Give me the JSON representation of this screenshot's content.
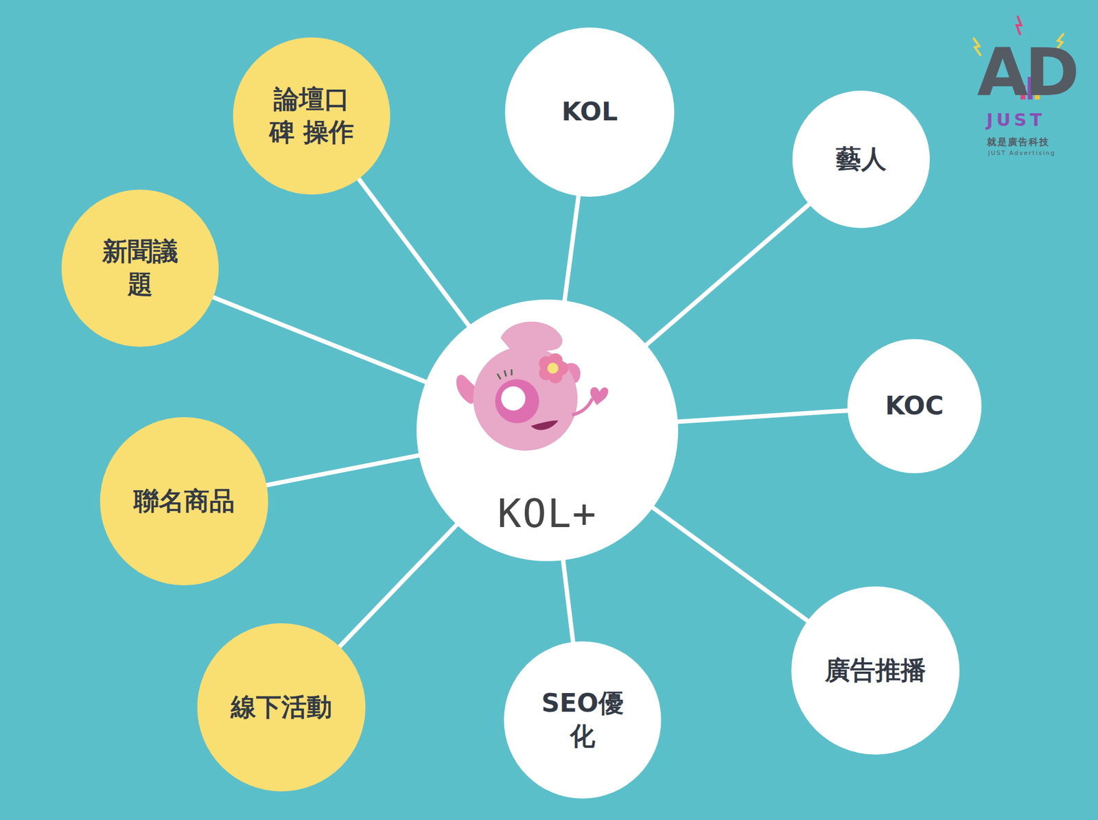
{
  "diagram": {
    "nodes": [
      {
        "text": [
          "KOL+"
        ]
      },
      {
        "text": [
          "論壇口碑 操作"
        ]
      },
      {
        "text": [
          "KOL"
        ]
      },
      {
        "text": [
          "藝人"
        ]
      },
      {
        "text": [
          "新聞議題"
        ]
      },
      {
        "text": [
          "KOC"
        ]
      },
      {
        "text": [
          "聯名商品"
        ]
      },
      {
        "text": [
          "線下活動"
        ]
      },
      {
        "text": [
          "SEO優化"
        ]
      },
      {
        "text": [
          "廣告推播"
        ]
      }
    ],
    "edges": [
      {
        "from": 0,
        "to": 1,
        "arrow": "none"
      },
      {
        "from": 0,
        "to": 2,
        "arrow": "none"
      },
      {
        "from": 0,
        "to": 3,
        "arrow": "none"
      },
      {
        "from": 0,
        "to": 4,
        "arrow": "none"
      },
      {
        "from": 0,
        "to": 5,
        "arrow": "none"
      },
      {
        "from": 0,
        "to": 6,
        "arrow": "none"
      },
      {
        "from": 0,
        "to": 7,
        "arrow": "none"
      },
      {
        "from": 0,
        "to": 8,
        "arrow": "none"
      },
      {
        "from": 0,
        "to": 9,
        "arrow": "none"
      }
    ],
    "labels": [
      "AD",
      "JUST",
      "就是廣告科技",
      "JUST Advertising"
    ]
  }
}
